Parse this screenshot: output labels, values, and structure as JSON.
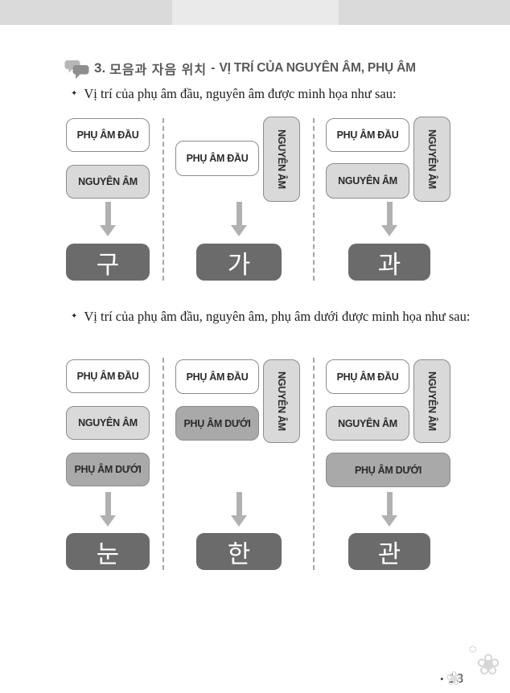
{
  "header": {
    "number": "3.",
    "korean_title": "모음과 자음 위치",
    "separator": "-",
    "vietnamese_title": "VỊ TRÍ CỦA NGUYÊN ÂM, PHỤ ÂM"
  },
  "intro": {
    "bullet_marker": "✦",
    "first": "Vị trí của phụ âm đầu, nguyên âm được minh họa như sau:",
    "second": "Vị trí của phụ âm đầu, nguyên âm, phụ âm dưới được minh họa như sau:"
  },
  "labels": {
    "initial_consonant": "PHỤ ÂM ĐẦU",
    "vowel": "NGUYÊN ÂM",
    "final_consonant": "PHỤ ÂM DƯỚI"
  },
  "syllables": {
    "row1": [
      "구",
      "가",
      "과"
    ],
    "row2": [
      "눈",
      "한",
      "관"
    ]
  },
  "footer": {
    "page_marker": "•",
    "page_number": "13"
  },
  "colors": {
    "label_light_gray": "#d9d9d9",
    "label_medium_gray": "#a9a9a9",
    "syllable_box_gray": "#6b6b6b",
    "heading_gray": "#58595b",
    "topbar_dark": "#dadada",
    "topbar_light": "#eaeaea"
  }
}
